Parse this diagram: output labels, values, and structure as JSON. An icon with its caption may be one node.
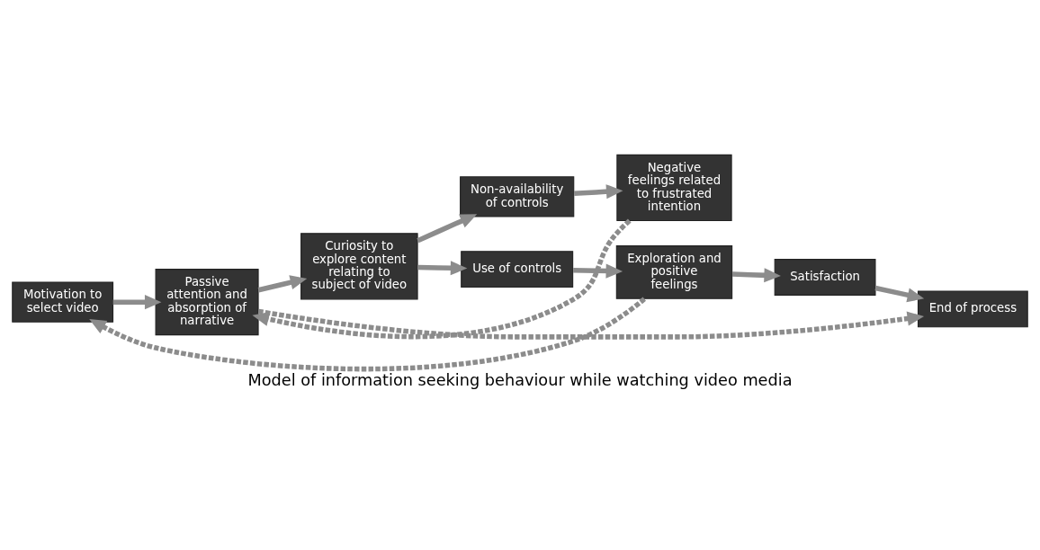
{
  "diagram": {
    "caption": "Model of information seeking behaviour while watching video media",
    "nodes": [
      {
        "text": [
          "Motivation to select video"
        ]
      },
      {
        "text": [
          "Passive attention and absorption of narrative"
        ]
      },
      {
        "text": [
          "Curiosity to explore content relating to subject of video"
        ]
      },
      {
        "text": [
          "Non-availability of controls"
        ]
      },
      {
        "text": [
          "Use of controls"
        ]
      },
      {
        "text": [
          "End of process"
        ]
      },
      {
        "text": [
          "Negative feelings related to frustrated intention"
        ]
      },
      {
        "text": [
          "Exploration and positive feelings"
        ]
      },
      {
        "text": [
          "Satisfaction"
        ]
      }
    ],
    "edges": [
      {
        "from": 0,
        "to": 1,
        "arrow": "to"
      },
      {
        "from": 1,
        "to": 2,
        "arrow": "to"
      },
      {
        "from": 1,
        "to": 5,
        "arrow": "to",
        "style": "dashed"
      },
      {
        "from": 2,
        "to": 3,
        "arrow": "to"
      },
      {
        "from": 2,
        "to": 4,
        "arrow": "to"
      },
      {
        "from": 3,
        "to": 6,
        "arrow": "to"
      },
      {
        "from": 4,
        "to": 7,
        "arrow": "to"
      },
      {
        "from": 7,
        "to": 8,
        "arrow": "to"
      },
      {
        "from": 8,
        "to": 5,
        "arrow": "to"
      },
      {
        "from": 6,
        "to": 1,
        "arrow": "to",
        "style": "dashed"
      },
      {
        "from": 7,
        "to": 0,
        "arrow": "to",
        "style": "dashed"
      }
    ]
  }
}
